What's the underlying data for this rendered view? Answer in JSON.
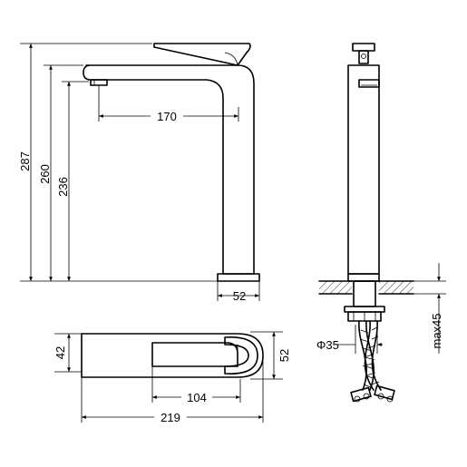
{
  "dimensions": {
    "total_height": "287",
    "spout_height": "260",
    "outlet_height": "236",
    "spout_reach": "170",
    "base_width_side": "52",
    "base_depth_top": "42",
    "base_width_top": "52",
    "handle_offset": "104",
    "total_length": "219",
    "hole_diameter": "Φ35",
    "max_thickness": "max45"
  },
  "colors": {
    "line": "#000000",
    "background": "#ffffff",
    "hatch": "#000000"
  }
}
